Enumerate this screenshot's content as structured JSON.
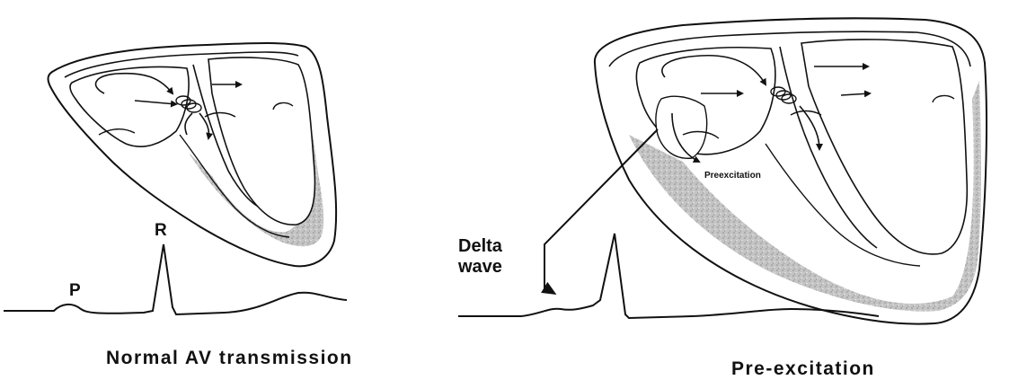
{
  "left_panel": {
    "caption": "Normal AV transmission",
    "ecg_labels": {
      "p": "P",
      "r": "R"
    }
  },
  "right_panel": {
    "caption": "Pre-excitation",
    "delta_label_line1": "Delta",
    "delta_label_line2": "wave",
    "pathway_label": "Preexcitation"
  },
  "colors": {
    "line": "#111111",
    "wall_shade": "#bdbdbd",
    "background": "#ffffff"
  }
}
